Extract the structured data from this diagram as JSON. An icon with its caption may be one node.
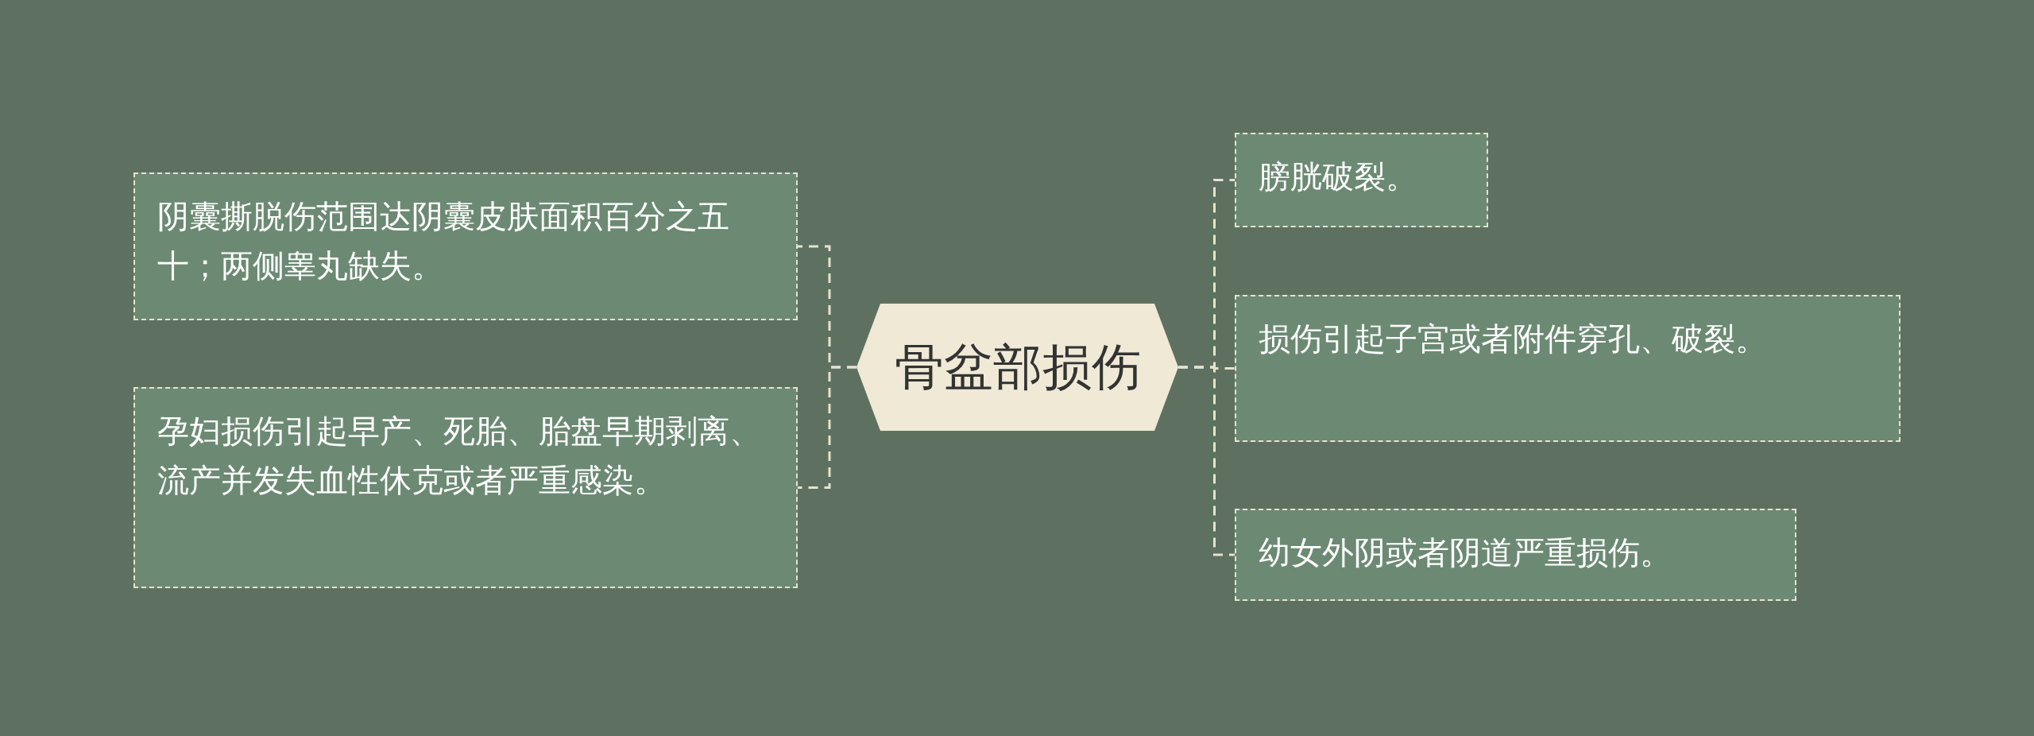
{
  "diagram": {
    "nodes": [
      {
        "text": [
          "骨盆部损伤"
        ]
      },
      {
        "text": [
          "阴囊撕脱伤范围达阴囊皮肤面积百分之五十；两侧睾丸缺失。"
        ]
      },
      {
        "text": [
          "孕妇损伤引起早产、死胎、胎盘早期剥离、流产并发失血性休克或者严重感染。"
        ]
      },
      {
        "text": [
          "膀胱破裂。"
        ]
      },
      {
        "text": [
          "损伤引起子宫或者附件穿孔、破裂。"
        ]
      },
      {
        "text": [
          "幼女外阴或者阴道严重损伤。"
        ]
      }
    ],
    "edges": [
      {
        "from": 0,
        "to": 1,
        "arrow": "none"
      },
      {
        "from": 0,
        "to": 2,
        "arrow": "none"
      },
      {
        "from": 0,
        "to": 3,
        "arrow": "none"
      },
      {
        "from": 0,
        "to": 4,
        "arrow": "none"
      },
      {
        "from": 0,
        "to": 5,
        "arrow": "none"
      }
    ]
  }
}
